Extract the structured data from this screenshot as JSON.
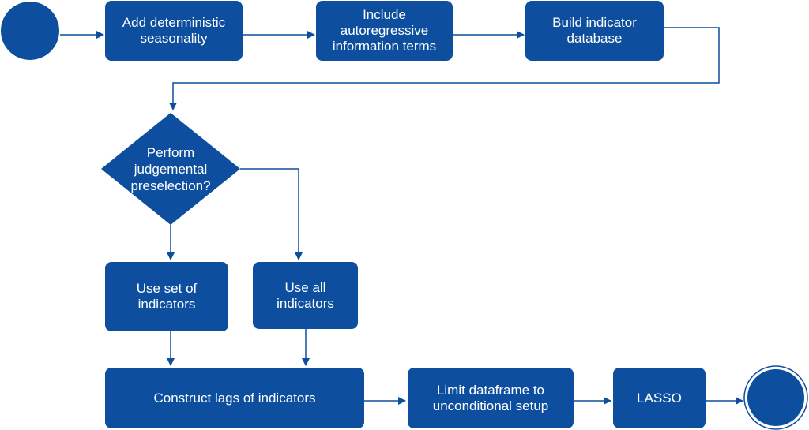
{
  "colors": {
    "node_fill": "#0d4f9e",
    "edge_stroke": "#0d4f9e",
    "node_text": "#ffffff"
  },
  "nodes": {
    "add_seasonality": [
      "Add deterministic",
      "seasonality"
    ],
    "include_ar_terms": [
      "Include",
      "autoregressive",
      "information terms"
    ],
    "build_database": [
      "Build indicator",
      "database"
    ],
    "decision": [
      "Perform",
      "judgemental",
      "preselection?"
    ],
    "use_set": [
      "Use set of",
      "indicators"
    ],
    "use_all": [
      "Use all",
      "indicators"
    ],
    "construct_lags": "Construct lags of indicators",
    "limit_dataframe": [
      "Limit dataframe to",
      "unconditional setup"
    ],
    "lasso": "LASSO"
  }
}
